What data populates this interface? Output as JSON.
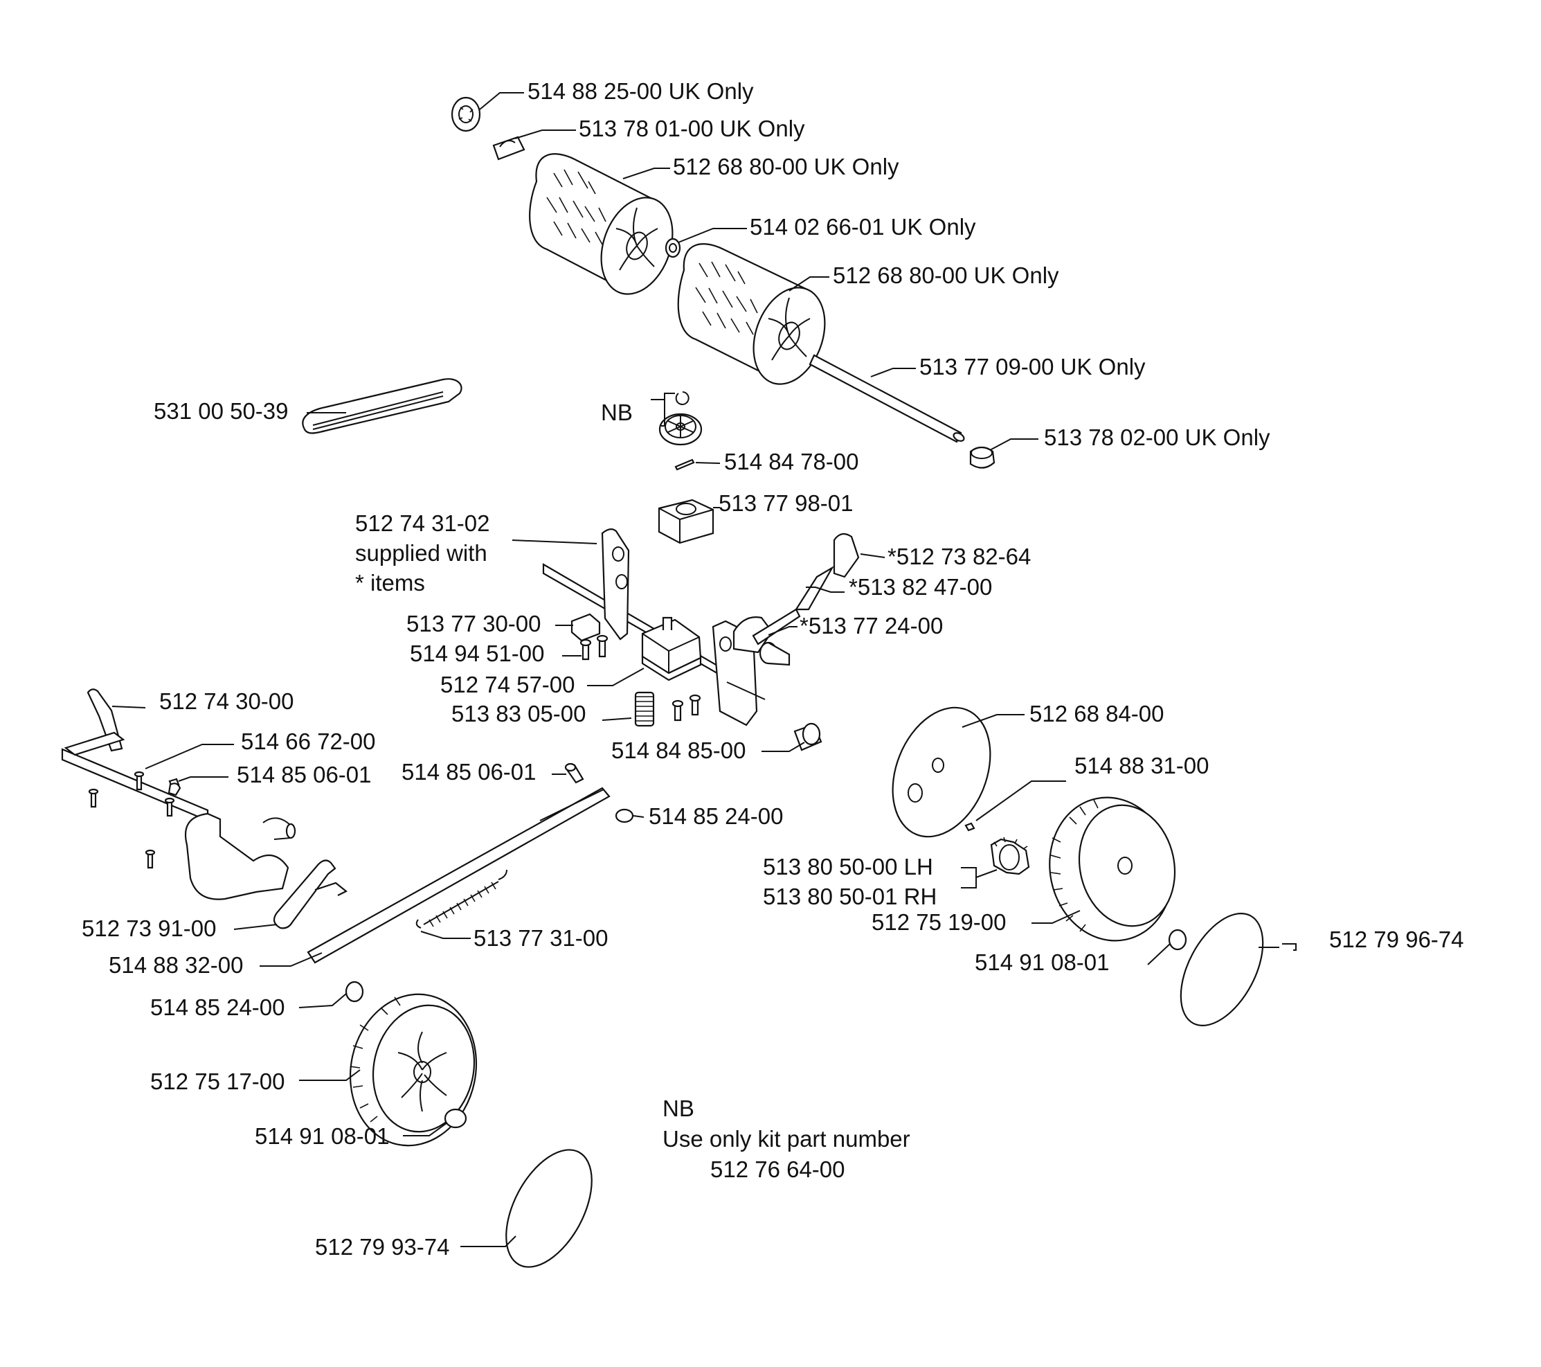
{
  "labels": {
    "l01": "514 88 25-00 UK Only",
    "l02": "513 78 01-00 UK Only",
    "l03": "512 68 80-00 UK Only",
    "l04": "514 02 66-01 UK Only",
    "l05": "512 68 80-00 UK Only",
    "l06": "513 77 09-00 UK Only",
    "l07": "513 78 02-00 UK Only",
    "l08": "531 00 50-39",
    "l09": "NB",
    "l10": "514 84 78-00",
    "l11": "513 77 98-01",
    "l12a": "512 74 31-02",
    "l12b": "supplied with",
    "l12c": "* items",
    "l13": "*512 73 82-64",
    "l14": "*513 82 47-00",
    "l15": "513 77 30-00",
    "l16": "*513 77 24-00",
    "l17": "514 94 51-00",
    "l18": "512 74 57-00",
    "l19": "512 74 30-00",
    "l20": "513 83 05-00",
    "l21": "512 68 84-00",
    "l22": "514 66 72-00",
    "l23": "514 84 85-00",
    "l24": "514 85 06-01",
    "l25": "514 85 06-01",
    "l26": "514 88 31-00",
    "l27": "514 85 24-00",
    "l28": "513 80 50-00 LH",
    "l29": "513 80 50-01 RH",
    "l30": "512 73 91-00",
    "l31": "512 75 19-00",
    "l32": "513 77 31-00",
    "l33": "512 79 96-74",
    "l34": "514 88 32-00",
    "l35": "514 91 08-01",
    "l36": "514 85 24-00",
    "l37": "512 75 17-00",
    "l38": "514 91 08-01",
    "l39": "512 79 93-74"
  },
  "note": {
    "title": "NB",
    "line1": "Use only kit part number",
    "line2": "512 76 64-00"
  }
}
